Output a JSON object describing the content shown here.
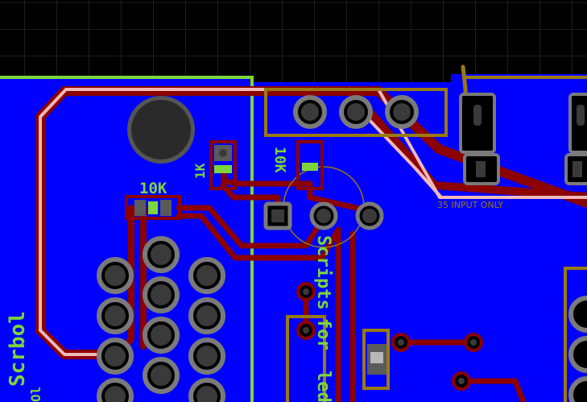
{
  "board": {
    "colors": {
      "background": "#000000",
      "grid": "#3a3a3a",
      "copper_pour": "#0000ff",
      "trace": "#8b0000",
      "trace_highlight": "#f0b8b8",
      "pad": "#5a5a5a",
      "silkscreen": "#7cd63a",
      "outline": "#9a7a10"
    }
  },
  "labels": {
    "r_10k": "10K",
    "r_1k": "1K",
    "r_10k_rotated": "10K",
    "scripts_text": "Scripts",
    "for_text": "for",
    "led_text": "led",
    "input_only": "35 INPUT ONLY",
    "edge_text": "Scrbol",
    "edge_small": "Ol"
  },
  "icons": {
    "mount_hole": "circle-hole-icon",
    "pad": "round-pad-icon"
  }
}
